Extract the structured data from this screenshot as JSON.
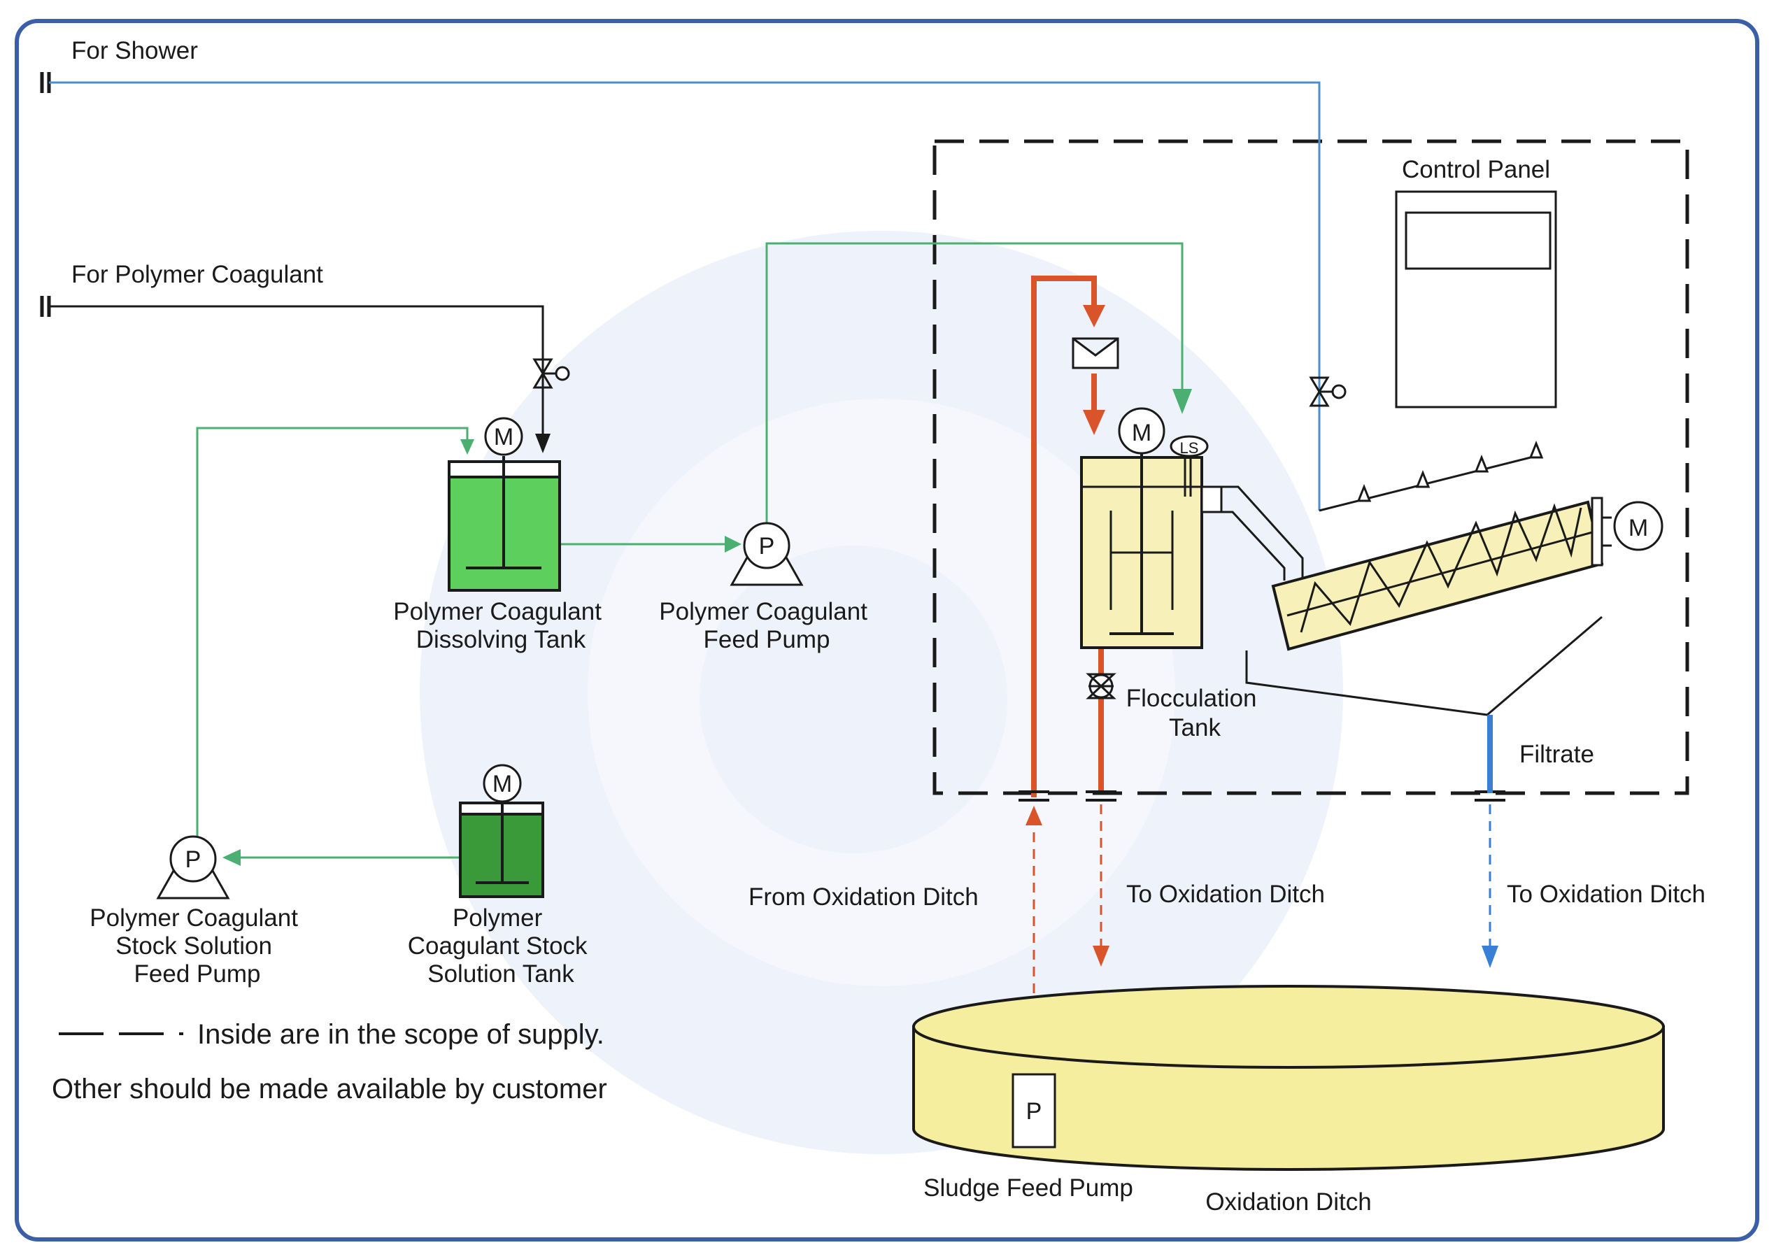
{
  "labels": {
    "for_shower": "For Shower",
    "for_polymer_coagulant": "For Polymer Coagulant",
    "control_panel": "Control Panel",
    "dissolving_tank": [
      "Polymer Coagulant",
      "Dissolving Tank"
    ],
    "feed_pump": [
      "Polymer Coagulant",
      "Feed Pump"
    ],
    "stock_feed_pump": [
      "Polymer Coagulant",
      "Stock Solution",
      "Feed Pump"
    ],
    "stock_tank": [
      "Polymer",
      "Coagulant Stock",
      "Solution Tank"
    ],
    "flocculation_tank": [
      "Flocculation",
      "Tank"
    ],
    "filtrate": "Filtrate",
    "from_oxidation_ditch": "From Oxidation Ditch",
    "to_oxidation_ditch_sludge": "To Oxidation Ditch",
    "to_oxidation_ditch_filtrate": "To Oxidation Ditch",
    "sludge_feed_pump": "Sludge Feed Pump",
    "oxidation_ditch": "Oxidation Ditch"
  },
  "symbols": {
    "motor": "M",
    "pump": "P",
    "level_switch": "LS"
  },
  "legend": {
    "scope_note": "Inside are in the scope of supply.",
    "customer_note": "Other should be made available by customer"
  },
  "colors": {
    "frame": "#3a5fa8",
    "water_line": "#4a8fd0",
    "polymer_line": "#4caf72",
    "sludge_line": "#d9532b",
    "filtrate_line": "#3a7fd6",
    "dissolving_tank_fill": "#5ccf5c",
    "stock_tank_fill": "#3a9a3a",
    "flocculation_fill": "#f7f1b9",
    "oxidation_ditch_fill": "#f6ee9f",
    "watermark": "#eef2fa"
  }
}
